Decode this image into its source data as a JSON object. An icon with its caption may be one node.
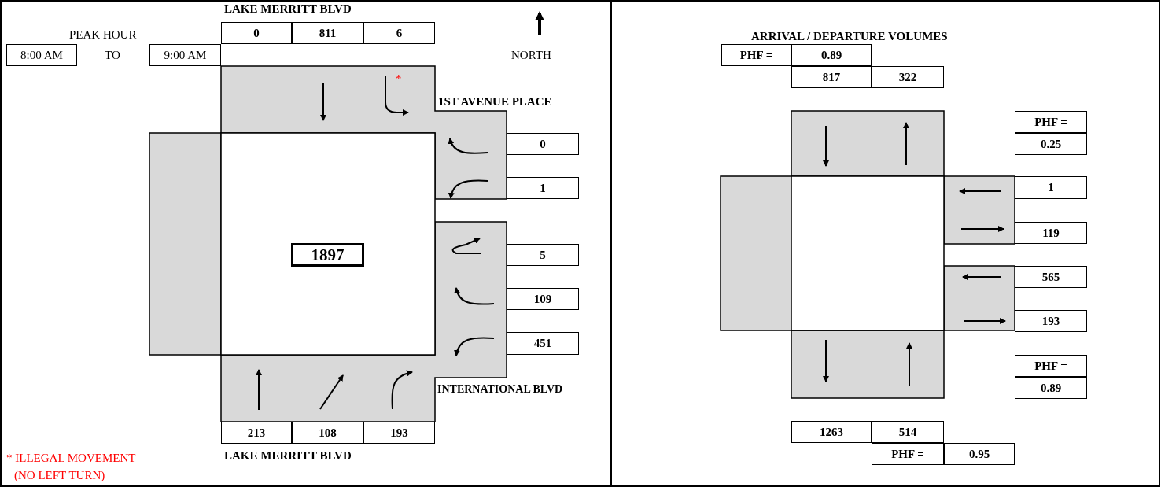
{
  "diagram": {
    "nodes": [
      {
        "text": [
          "0"
        ]
      },
      {
        "text": [
          "811"
        ]
      },
      {
        "text": [
          "6"
        ]
      },
      {
        "text": [
          "8:00 AM"
        ]
      },
      {
        "text": [
          "9:00 AM"
        ]
      },
      {
        "text": [
          "0"
        ]
      },
      {
        "text": [
          "1"
        ]
      },
      {
        "text": [
          "1897"
        ]
      },
      {
        "text": [
          "5"
        ]
      },
      {
        "text": [
          "109"
        ]
      },
      {
        "text": [
          "451"
        ]
      },
      {
        "text": [
          "213"
        ]
      },
      {
        "text": [
          "108"
        ]
      },
      {
        "text": [
          "193"
        ]
      },
      {
        "text": [
          "PHF ="
        ]
      },
      {
        "text": [
          "0.89"
        ]
      },
      {
        "text": [
          "817"
        ]
      },
      {
        "text": [
          "322"
        ]
      },
      {
        "text": [
          "PHF ="
        ]
      },
      {
        "text": [
          "0.25"
        ]
      },
      {
        "text": [
          "1"
        ]
      },
      {
        "text": [
          "119"
        ]
      },
      {
        "text": [
          "565"
        ]
      },
      {
        "text": [
          "193"
        ]
      },
      {
        "text": [
          "PHF ="
        ]
      },
      {
        "text": [
          "0.89"
        ]
      },
      {
        "text": [
          "1263"
        ]
      },
      {
        "text": [
          "514"
        ]
      },
      {
        "text": [
          "PHF ="
        ]
      },
      {
        "text": [
          "0.95"
        ]
      }
    ],
    "labels": [
      "LAKE MERRITT BLVD",
      "PEAK HOUR",
      "TO",
      "NORTH",
      "*",
      "1ST AVENUE PLACE",
      "INTERNATIONAL BLVD",
      "* ILLEGAL MOVEMENT (NO LEFT TURN)",
      "LAKE MERRITT BLVD",
      "ARRIVAL / DEPARTURE VOLUMES"
    ]
  }
}
